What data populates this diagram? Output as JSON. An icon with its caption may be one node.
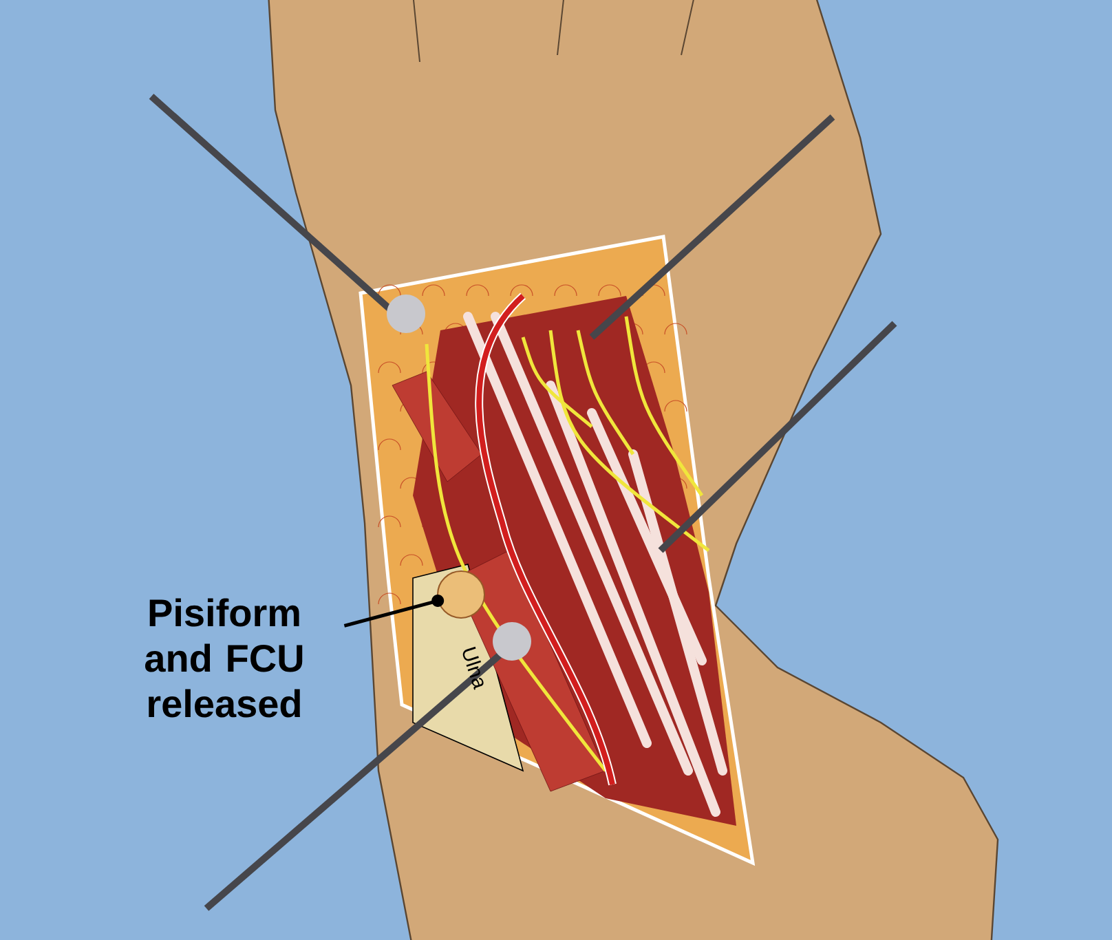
{
  "diagram": {
    "nodes": [
      {
        "text": [
          "Pisiform and FCU released"
        ]
      },
      {
        "text": [],
        "shape": "circle"
      }
    ],
    "edges": [
      {
        "from": 0,
        "to": 1,
        "arrow": "other"
      }
    ],
    "labels": [
      "Ulna"
    ]
  }
}
